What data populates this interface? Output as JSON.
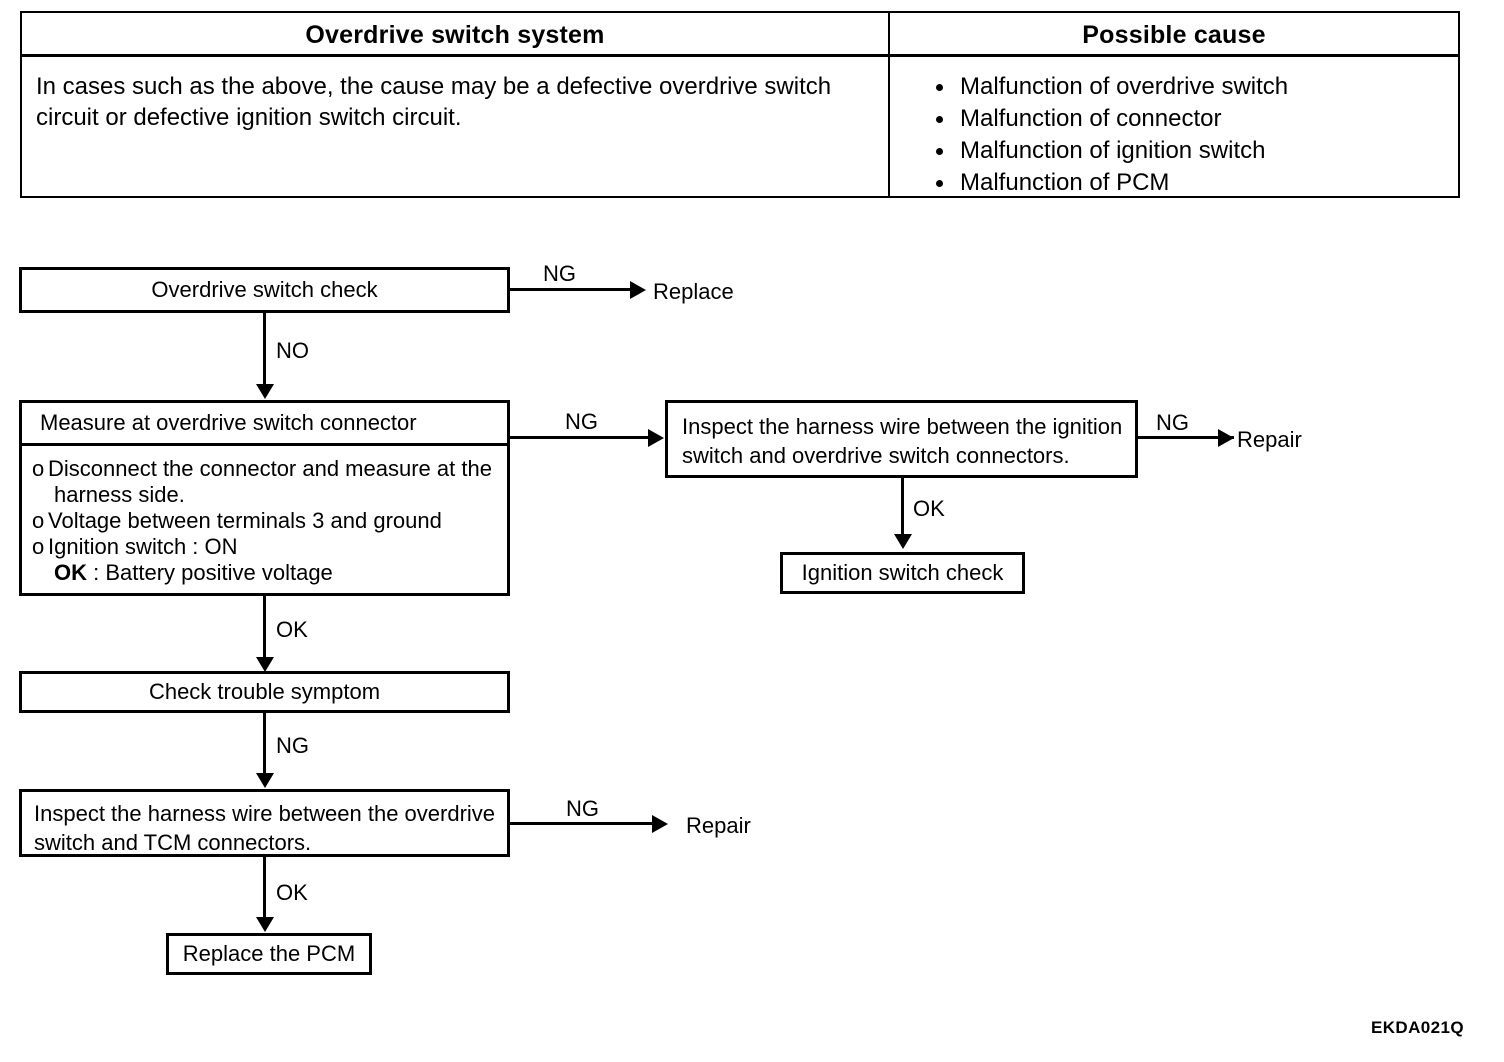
{
  "table": {
    "headers": [
      "Overdrive switch system",
      "Possible cause"
    ],
    "description": "In cases such as the above, the cause may be a defective overdrive switch circuit or defective ignition switch circuit.",
    "causes": [
      "Malfunction of overdrive switch",
      "Malfunction of connector",
      "Malfunction of ignition switch",
      "Malfunction of PCM"
    ]
  },
  "flowchart": {
    "nodes": {
      "overdrive_switch_check": "Overdrive switch check",
      "measure_header": "Measure at overdrive switch connector",
      "measure_line1": "Disconnect the connector and measure at the",
      "measure_line1b": "harness side.",
      "measure_line2": "Voltage between terminals 3 and ground",
      "measure_line3": "Ignition switch : ON",
      "measure_line4_bold": "OK",
      "measure_line4_rest": " : Battery positive voltage",
      "check_trouble_symptom": "Check trouble symptom",
      "inspect_harness_tcm": "Inspect the harness wire between the overdrive switch and TCM connectors.",
      "inspect_harness_ignition": "Inspect the harness wire between the ignition switch and overdrive switch connectors.",
      "ignition_switch_check": "Ignition switch check",
      "replace_the_pcm": "Replace the PCM"
    },
    "terminals": {
      "replace": "Replace",
      "repair_right": "Repair",
      "repair_bottom": "Repair"
    },
    "edge_labels": {
      "ng_top": "NG",
      "no_top": "NO",
      "ng_measure": "NG",
      "ng_ignition_harness": "NG",
      "ok_ignition_harness": "OK",
      "ok_measure": "OK",
      "ng_trouble": "NG",
      "ng_tcm": "NG",
      "ok_tcm": "OK"
    },
    "bullet_marker": "o"
  },
  "figure_code": "EKDA021Q",
  "colors": {
    "ink": "#000000",
    "paper": "#ffffff"
  }
}
